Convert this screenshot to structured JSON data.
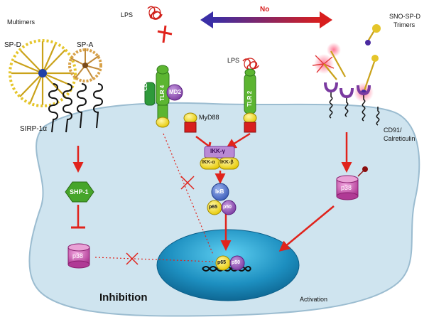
{
  "labels": {
    "multimers": "Multimers",
    "spd": "SP-D",
    "spa": "SP-A",
    "sirp": "SIRP-1α",
    "lps_top": "LPS",
    "lps_tlr2": "LPS",
    "cd14": "CD14",
    "tlr4": "TLR 4",
    "md2": "MD2",
    "tlr2": "TLR 2",
    "myd88": "MyD88",
    "ikk_gamma": "IKK-γ",
    "ikk_alpha": "IKK-α",
    "ikk_beta": "IKK-β",
    "ikb": "IκB",
    "p65": "p65",
    "p50": "p50",
    "shp1": "SHP-1",
    "p38_left": "p38",
    "p38_right": "p38",
    "no": "No",
    "sno_spd_line1": "SNO-SP-D",
    "sno_spd_line2": "Trimers",
    "cd91_line1": "CD91/",
    "cd91_line2": "Calreticulin",
    "inhibition": "Inhibition",
    "activation": "Activation",
    "nucleus_p65": "p65",
    "nucleus_p50": "p50"
  },
  "colors": {
    "cell_fill": "#cfe4ef",
    "cell_stroke": "#9bbcd0",
    "nucleus": "#1d8fc0",
    "inhibition_red": "#e0231c",
    "yellow": "#f2e10f",
    "green": "#5cb531",
    "purple": "#8a4cb0",
    "magenta": "#c54aa7",
    "receptor_green": "#2e9a3a",
    "arrow_left": "#3a2ea6",
    "arrow_right": "#d81e1e"
  }
}
